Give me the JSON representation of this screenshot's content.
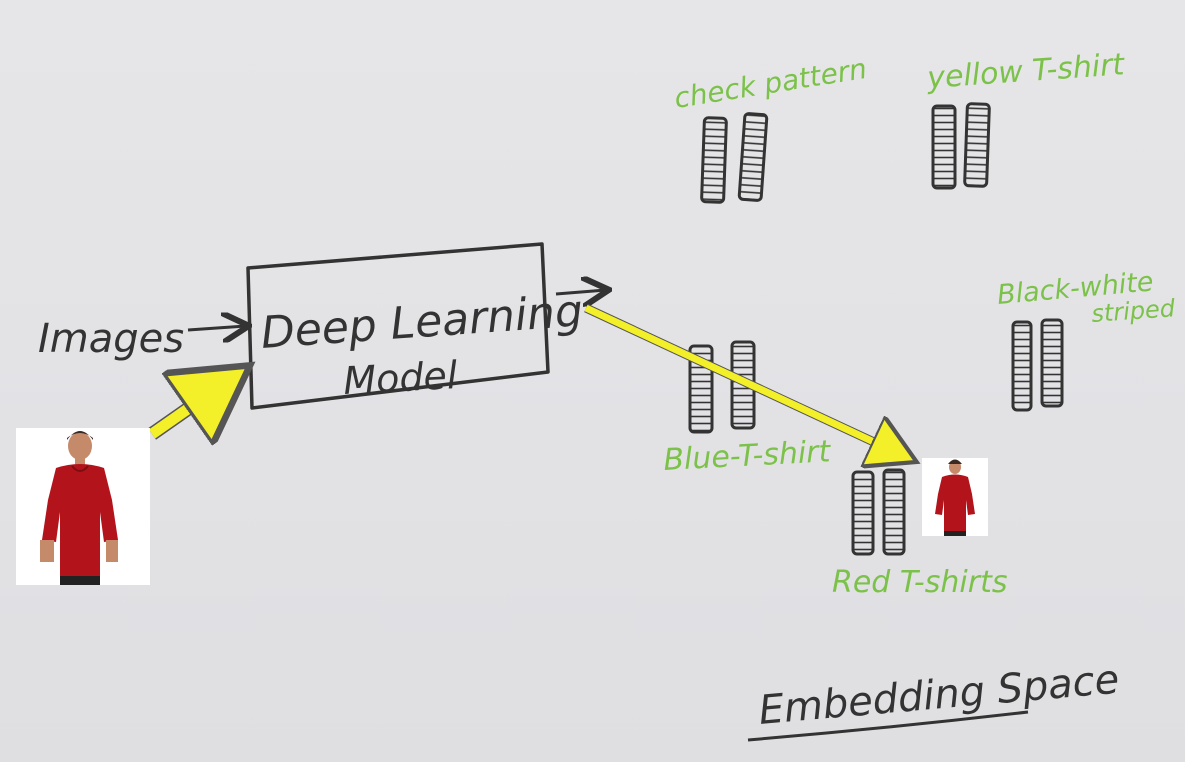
{
  "diagram": {
    "input_label": "Images",
    "model_label_line1": "Deep Learning",
    "model_label_line2": "Model",
    "caption": "Embedding Space",
    "clusters": [
      {
        "id": "check",
        "label": "check pattern"
      },
      {
        "id": "yellow",
        "label": "yellow T-shirt"
      },
      {
        "id": "bw",
        "label_line1": "Black-white",
        "label_line2": "striped"
      },
      {
        "id": "blue",
        "label": "Blue-T-shirt"
      },
      {
        "id": "red",
        "label": "Red T-shirts"
      }
    ],
    "colors": {
      "ink": "#333333",
      "label_green": "#7cc24a",
      "highlight_arrow": "#f3f02a",
      "tshirt_red": "#b3141b"
    },
    "icons": [
      "person-red-tshirt-photo",
      "arrow-icon"
    ]
  }
}
